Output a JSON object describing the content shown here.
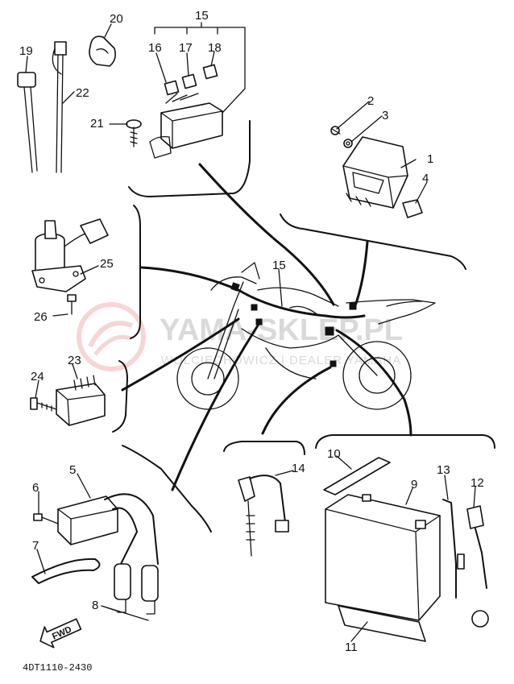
{
  "drawing_code": "4DT1110-2430",
  "watermark": {
    "main": "YAMA-SKLEP.PL",
    "sub": "WOLCIECHOWICZ | DEALER YAMAHA"
  },
  "direction_label": "FWD",
  "callouts": [
    "1",
    "2",
    "3",
    "4",
    "5",
    "6",
    "7",
    "8",
    "9",
    "10",
    "11",
    "12",
    "13",
    "14",
    "15",
    "16",
    "17",
    "18",
    "19",
    "20",
    "21",
    "22",
    "23",
    "24",
    "25",
    "26"
  ],
  "colors": {
    "ink": "#111111",
    "watermark": "#d9d9d9",
    "watermark_logo": "#f0b4b4"
  }
}
